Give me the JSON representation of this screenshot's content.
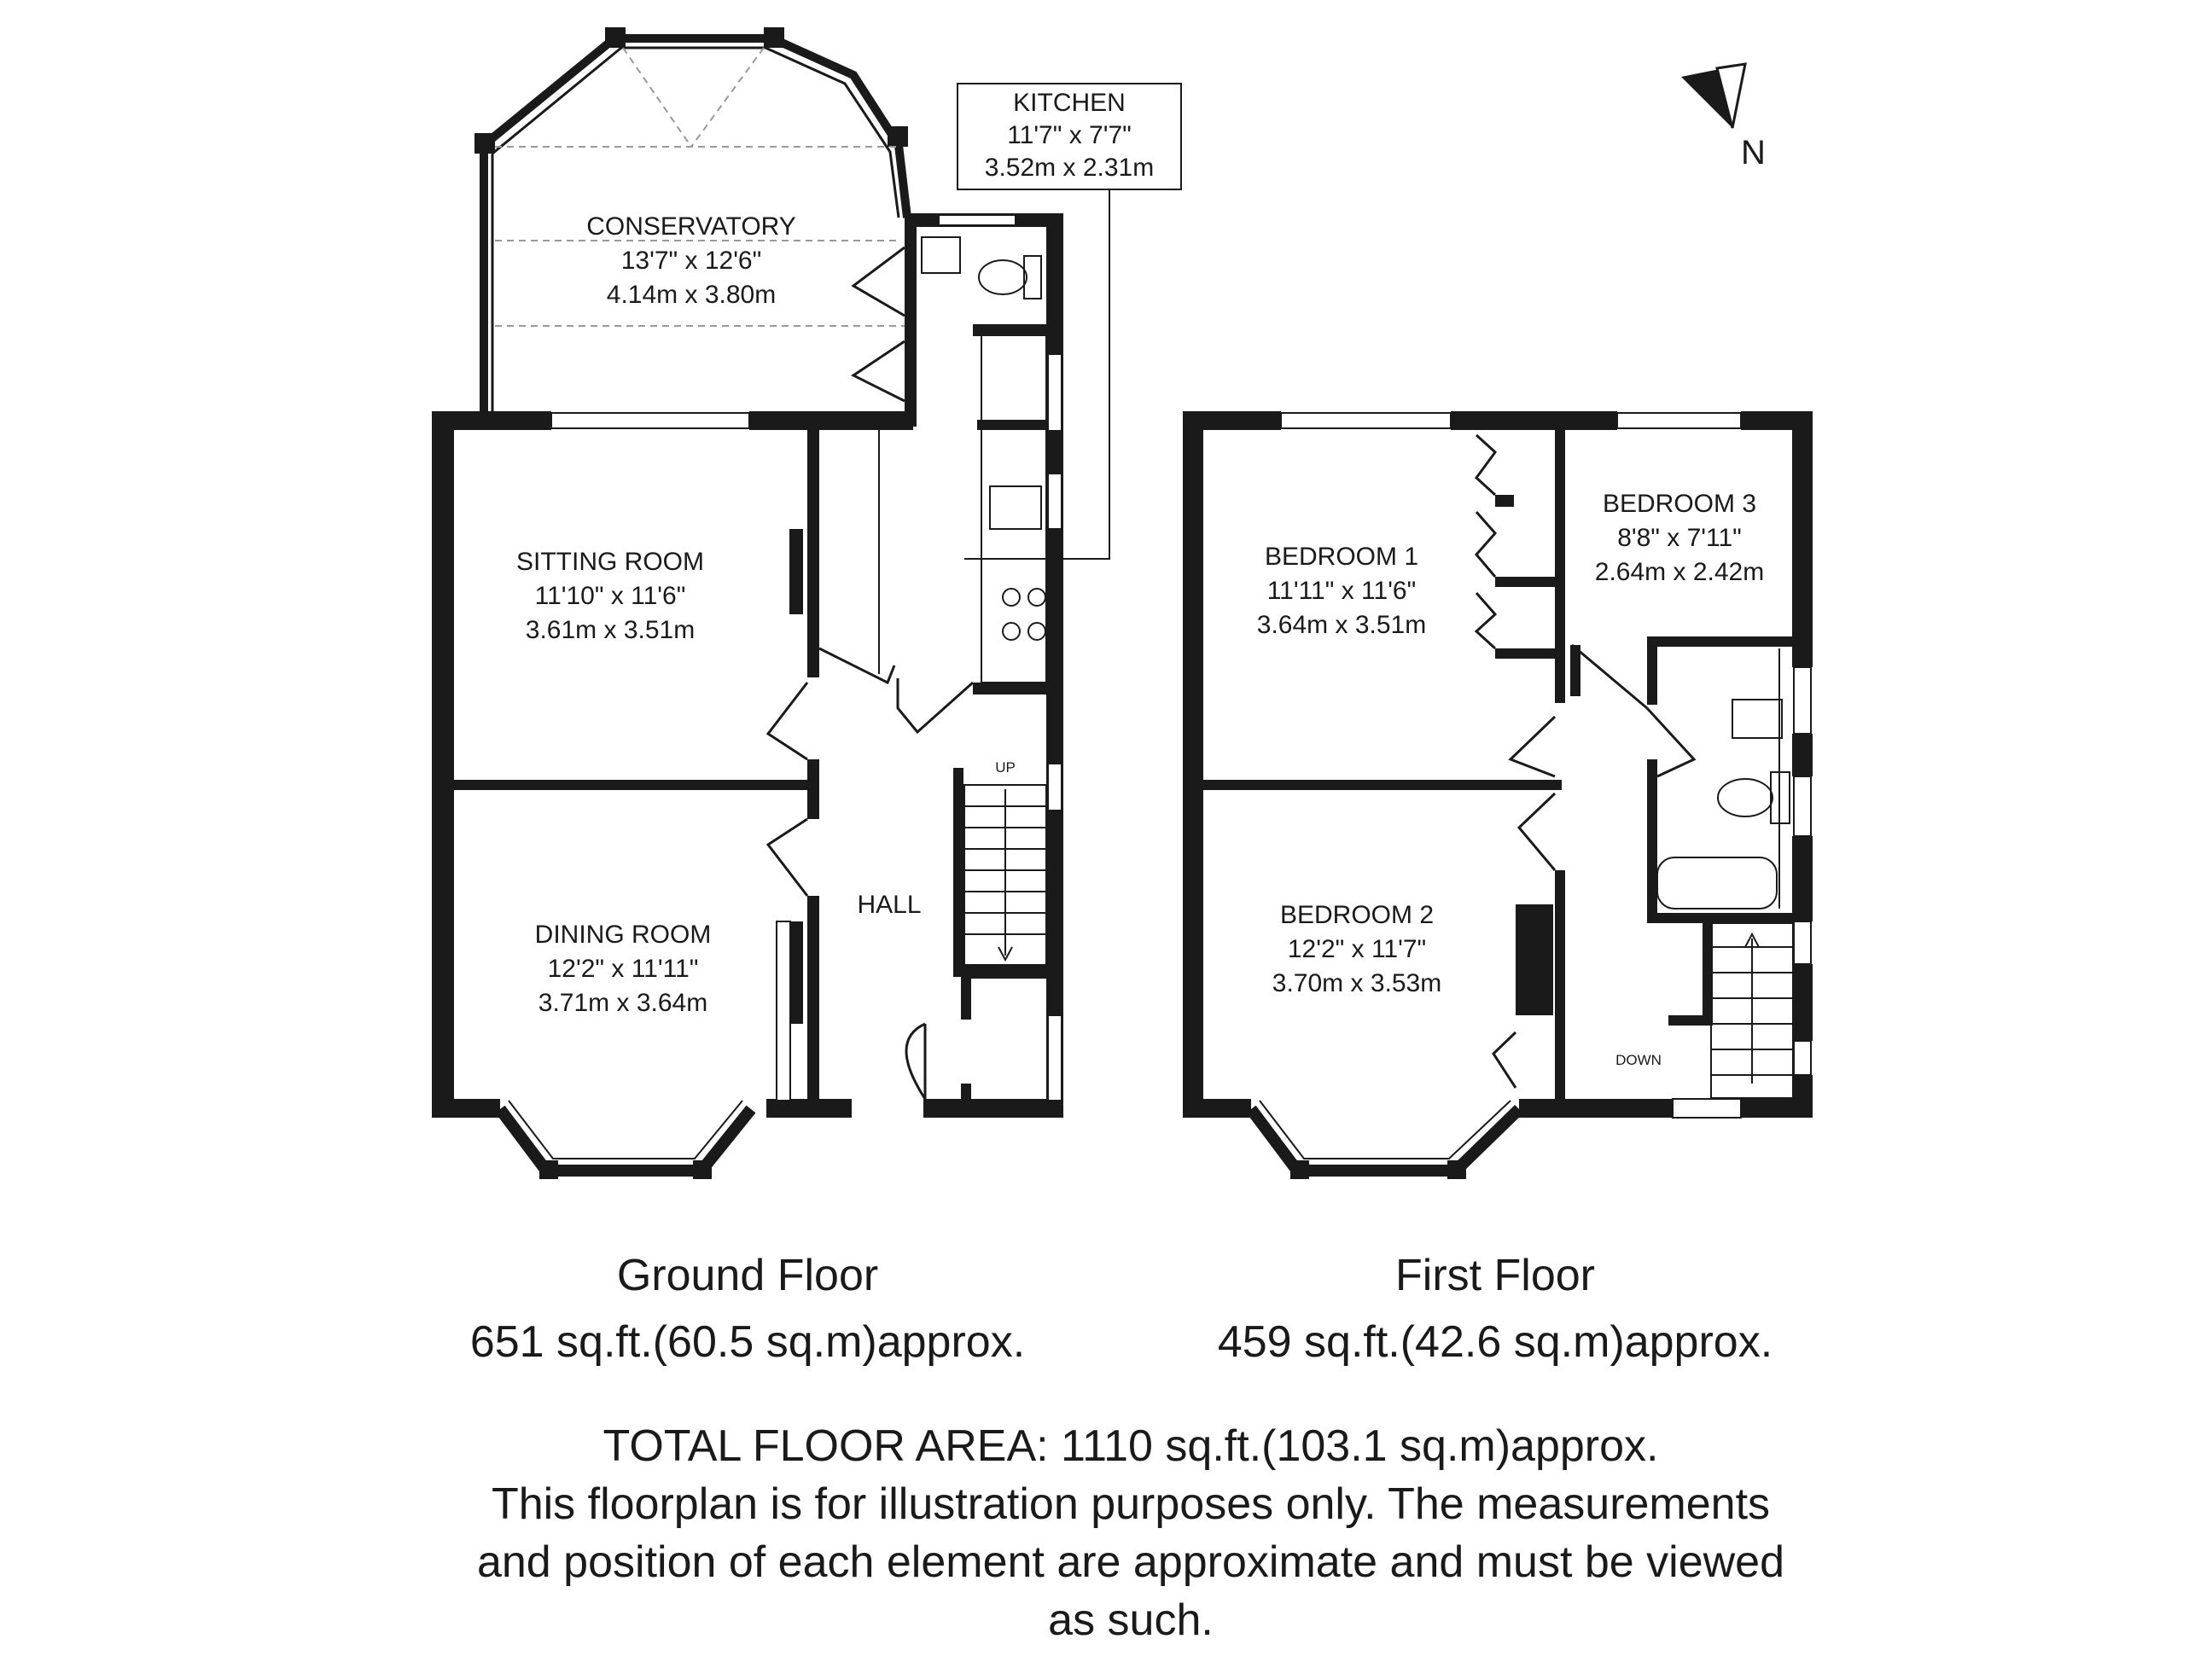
{
  "compass": {
    "label": "N"
  },
  "ground_floor": {
    "title": "Ground Floor",
    "area": "651 sq.ft.(60.5 sq.m)approx.",
    "rooms": {
      "conservatory": {
        "name": "CONSERVATORY",
        "imperial": "13'7\" x 12'6\"",
        "metric": "4.14m x 3.80m"
      },
      "kitchen": {
        "name": "KITCHEN",
        "imperial": "11'7\" x 7'7\"",
        "metric": "3.52m x 2.31m"
      },
      "sitting_room": {
        "name": "SITTING ROOM",
        "imperial": "11'10\" x 11'6\"",
        "metric": "3.61m x 3.51m"
      },
      "dining_room": {
        "name": "DINING ROOM",
        "imperial": "12'2\" x 11'11\"",
        "metric": "3.71m x 3.64m"
      },
      "hall": {
        "name": "HALL"
      }
    },
    "stairs_label": "UP"
  },
  "first_floor": {
    "title": "First Floor",
    "area": "459 sq.ft.(42.6 sq.m)approx.",
    "rooms": {
      "bedroom_1": {
        "name": "BEDROOM 1",
        "imperial": "11'11\" x 11'6\"",
        "metric": "3.64m x 3.51m"
      },
      "bedroom_2": {
        "name": "BEDROOM 2",
        "imperial": "12'2\" x 11'7\"",
        "metric": "3.70m x 3.53m"
      },
      "bedroom_3": {
        "name": "BEDROOM 3",
        "imperial": "8'8\" x 7'11\"",
        "metric": "2.64m x 2.42m"
      }
    },
    "stairs_label": "DOWN"
  },
  "footer": {
    "total": "TOTAL FLOOR AREA: 1110 sq.ft.(103.1 sq.m)approx.",
    "disclaimer_1": "This floorplan is for illustration purposes only. The measurements",
    "disclaimer_2": "and position of each element are approximate and must be viewed",
    "disclaimer_3": "as such."
  }
}
